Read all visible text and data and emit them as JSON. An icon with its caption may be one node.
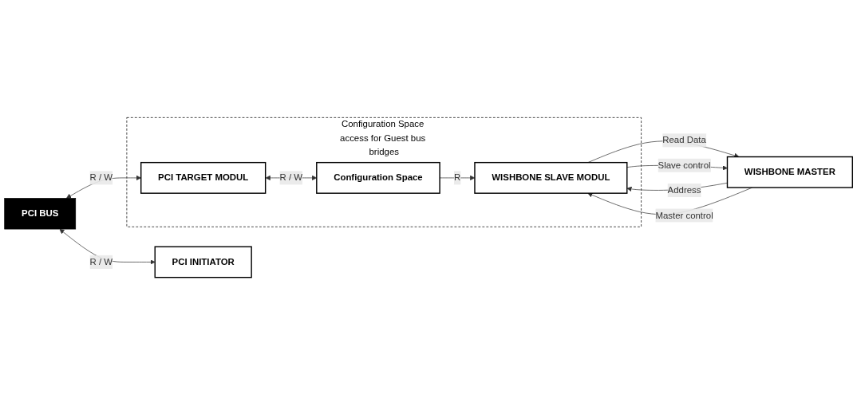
{
  "diagram": {
    "nodes": [
      {
        "text": [
          "PCI BUS"
        ]
      },
      {
        "text": [
          "Configuration Space access for Guest bus bridges"
        ]
      },
      {
        "text": [
          "PCI TARGET MODUL"
        ],
        "in": 1
      },
      {
        "text": [
          "Configuration Space"
        ],
        "in": 1
      },
      {
        "text": [
          "WISHBONE SLAVE MODUL"
        ],
        "in": 1
      },
      {
        "text": [
          "WISHBONE MASTER"
        ]
      },
      {
        "text": [
          "PCI INITIATOR"
        ]
      }
    ],
    "edges": [
      {
        "from": 0,
        "to": 2,
        "arrow": "both",
        "label": "R / W"
      },
      {
        "from": 2,
        "to": 3,
        "arrow": "both",
        "label": "R / W"
      },
      {
        "from": 3,
        "to": 4,
        "arrow": "to",
        "label": "R"
      },
      {
        "from": 5,
        "to": 4,
        "arrow": "to",
        "label": "Address"
      },
      {
        "from": 4,
        "to": 5,
        "arrow": "to",
        "label": "Read Data"
      },
      {
        "from": 5,
        "to": 4,
        "arrow": "to",
        "label": "Master control"
      },
      {
        "from": 4,
        "to": 5,
        "arrow": "to",
        "label": "Slave control"
      },
      {
        "from": 0,
        "to": 6,
        "arrow": "both",
        "label": "R / W"
      }
    ]
  }
}
